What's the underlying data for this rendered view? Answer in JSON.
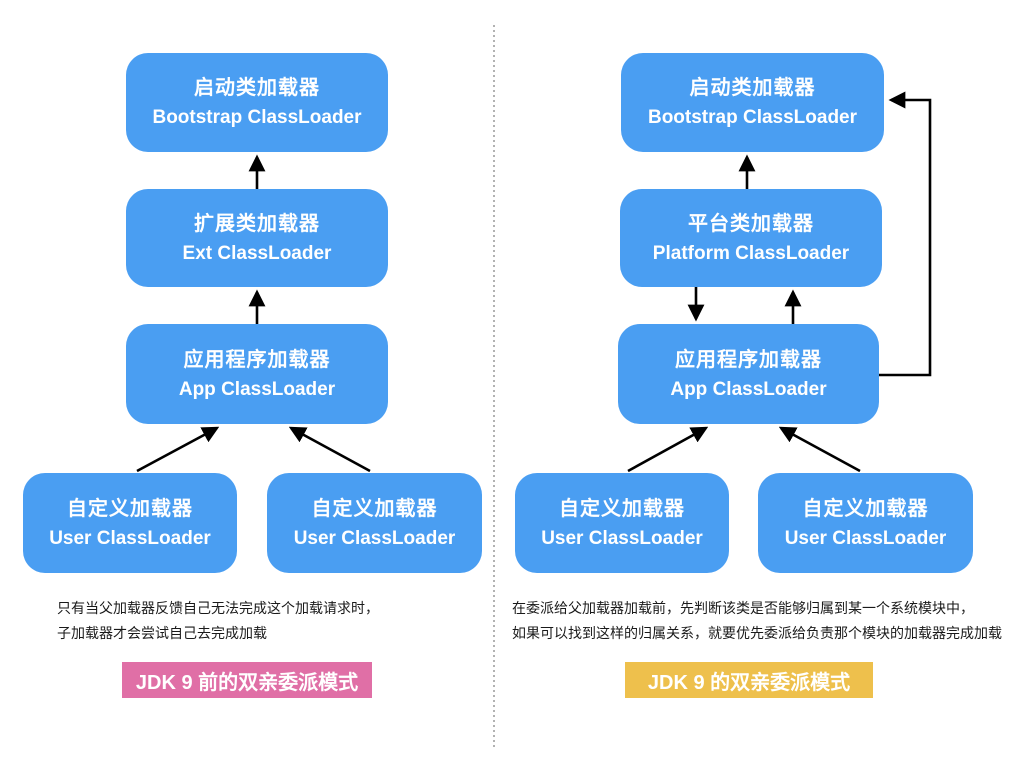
{
  "left": {
    "boxes": [
      {
        "line1": "启动类加载器",
        "line2": "Bootstrap ClassLoader"
      },
      {
        "line1": "扩展类加载器",
        "line2": "Ext ClassLoader"
      },
      {
        "line1": "应用程序加载器",
        "line2": "App ClassLoader"
      },
      {
        "line1": "自定义加载器",
        "line2": "User ClassLoader"
      },
      {
        "line1": "自定义加载器",
        "line2": "User ClassLoader"
      }
    ],
    "note_line1": "只有当父加载器反馈自己无法完成这个加载请求时，",
    "note_line2": "子加载器才会尝试自己去完成加载",
    "caption": "JDK 9 前的双亲委派模式"
  },
  "right": {
    "boxes": [
      {
        "line1": "启动类加载器",
        "line2": "Bootstrap ClassLoader"
      },
      {
        "line1": "平台类加载器",
        "line2": "Platform ClassLoader"
      },
      {
        "line1": "应用程序加载器",
        "line2": "App ClassLoader"
      },
      {
        "line1": "自定义加载器",
        "line2": "User ClassLoader"
      },
      {
        "line1": "自定义加载器",
        "line2": "User ClassLoader"
      }
    ],
    "note_line1": "在委派给父加载器加载前，先判断该类是否能够归属到某一个系统模块中，",
    "note_line2": "如果可以找到这样的归属关系，就要优先委派给负责那个模块的加载器完成加载",
    "caption": "JDK 9 的双亲委派模式"
  },
  "colors": {
    "node_blue": "#4A9EF2",
    "node_text": "#FFFFFF",
    "caption_pink": "#E06FA6",
    "caption_yellow": "#EEC04C",
    "arrow": "#000000",
    "divider_gray": "#999999"
  }
}
